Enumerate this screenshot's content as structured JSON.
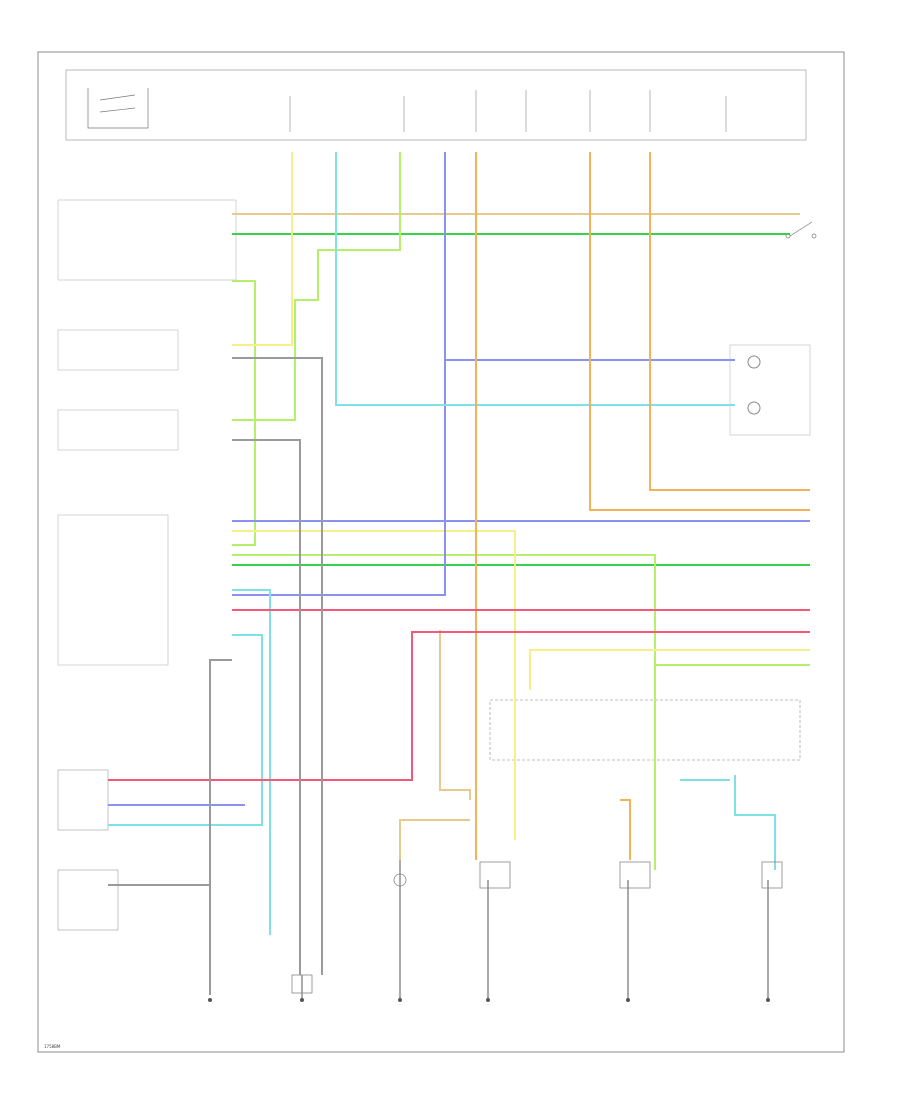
{
  "diagram": {
    "footer_code": "1758BM",
    "colors": {
      "tan": "#e8c98e",
      "green": "#39d04a",
      "light_green": "#b5f06a",
      "yellow": "#f5f08a",
      "blue": "#8a92f0",
      "light_blue": "#7fe0e6",
      "gray": "#9a9a9a",
      "orange": "#f2b25a",
      "pink": "#f35a7a",
      "frame": "#8c8c8c"
    },
    "wires": [
      {
        "name": "tan-wire",
        "color": "tan"
      },
      {
        "name": "green-wire",
        "color": "green"
      },
      {
        "name": "light-green-wire",
        "color": "light_green"
      },
      {
        "name": "yellow-wire",
        "color": "yellow"
      },
      {
        "name": "blue-wire",
        "color": "blue"
      },
      {
        "name": "light-blue-wire",
        "color": "light_blue"
      },
      {
        "name": "orange-wire",
        "color": "orange"
      },
      {
        "name": "pink-wire",
        "color": "pink"
      },
      {
        "name": "gray-wire",
        "color": "gray"
      }
    ]
  }
}
